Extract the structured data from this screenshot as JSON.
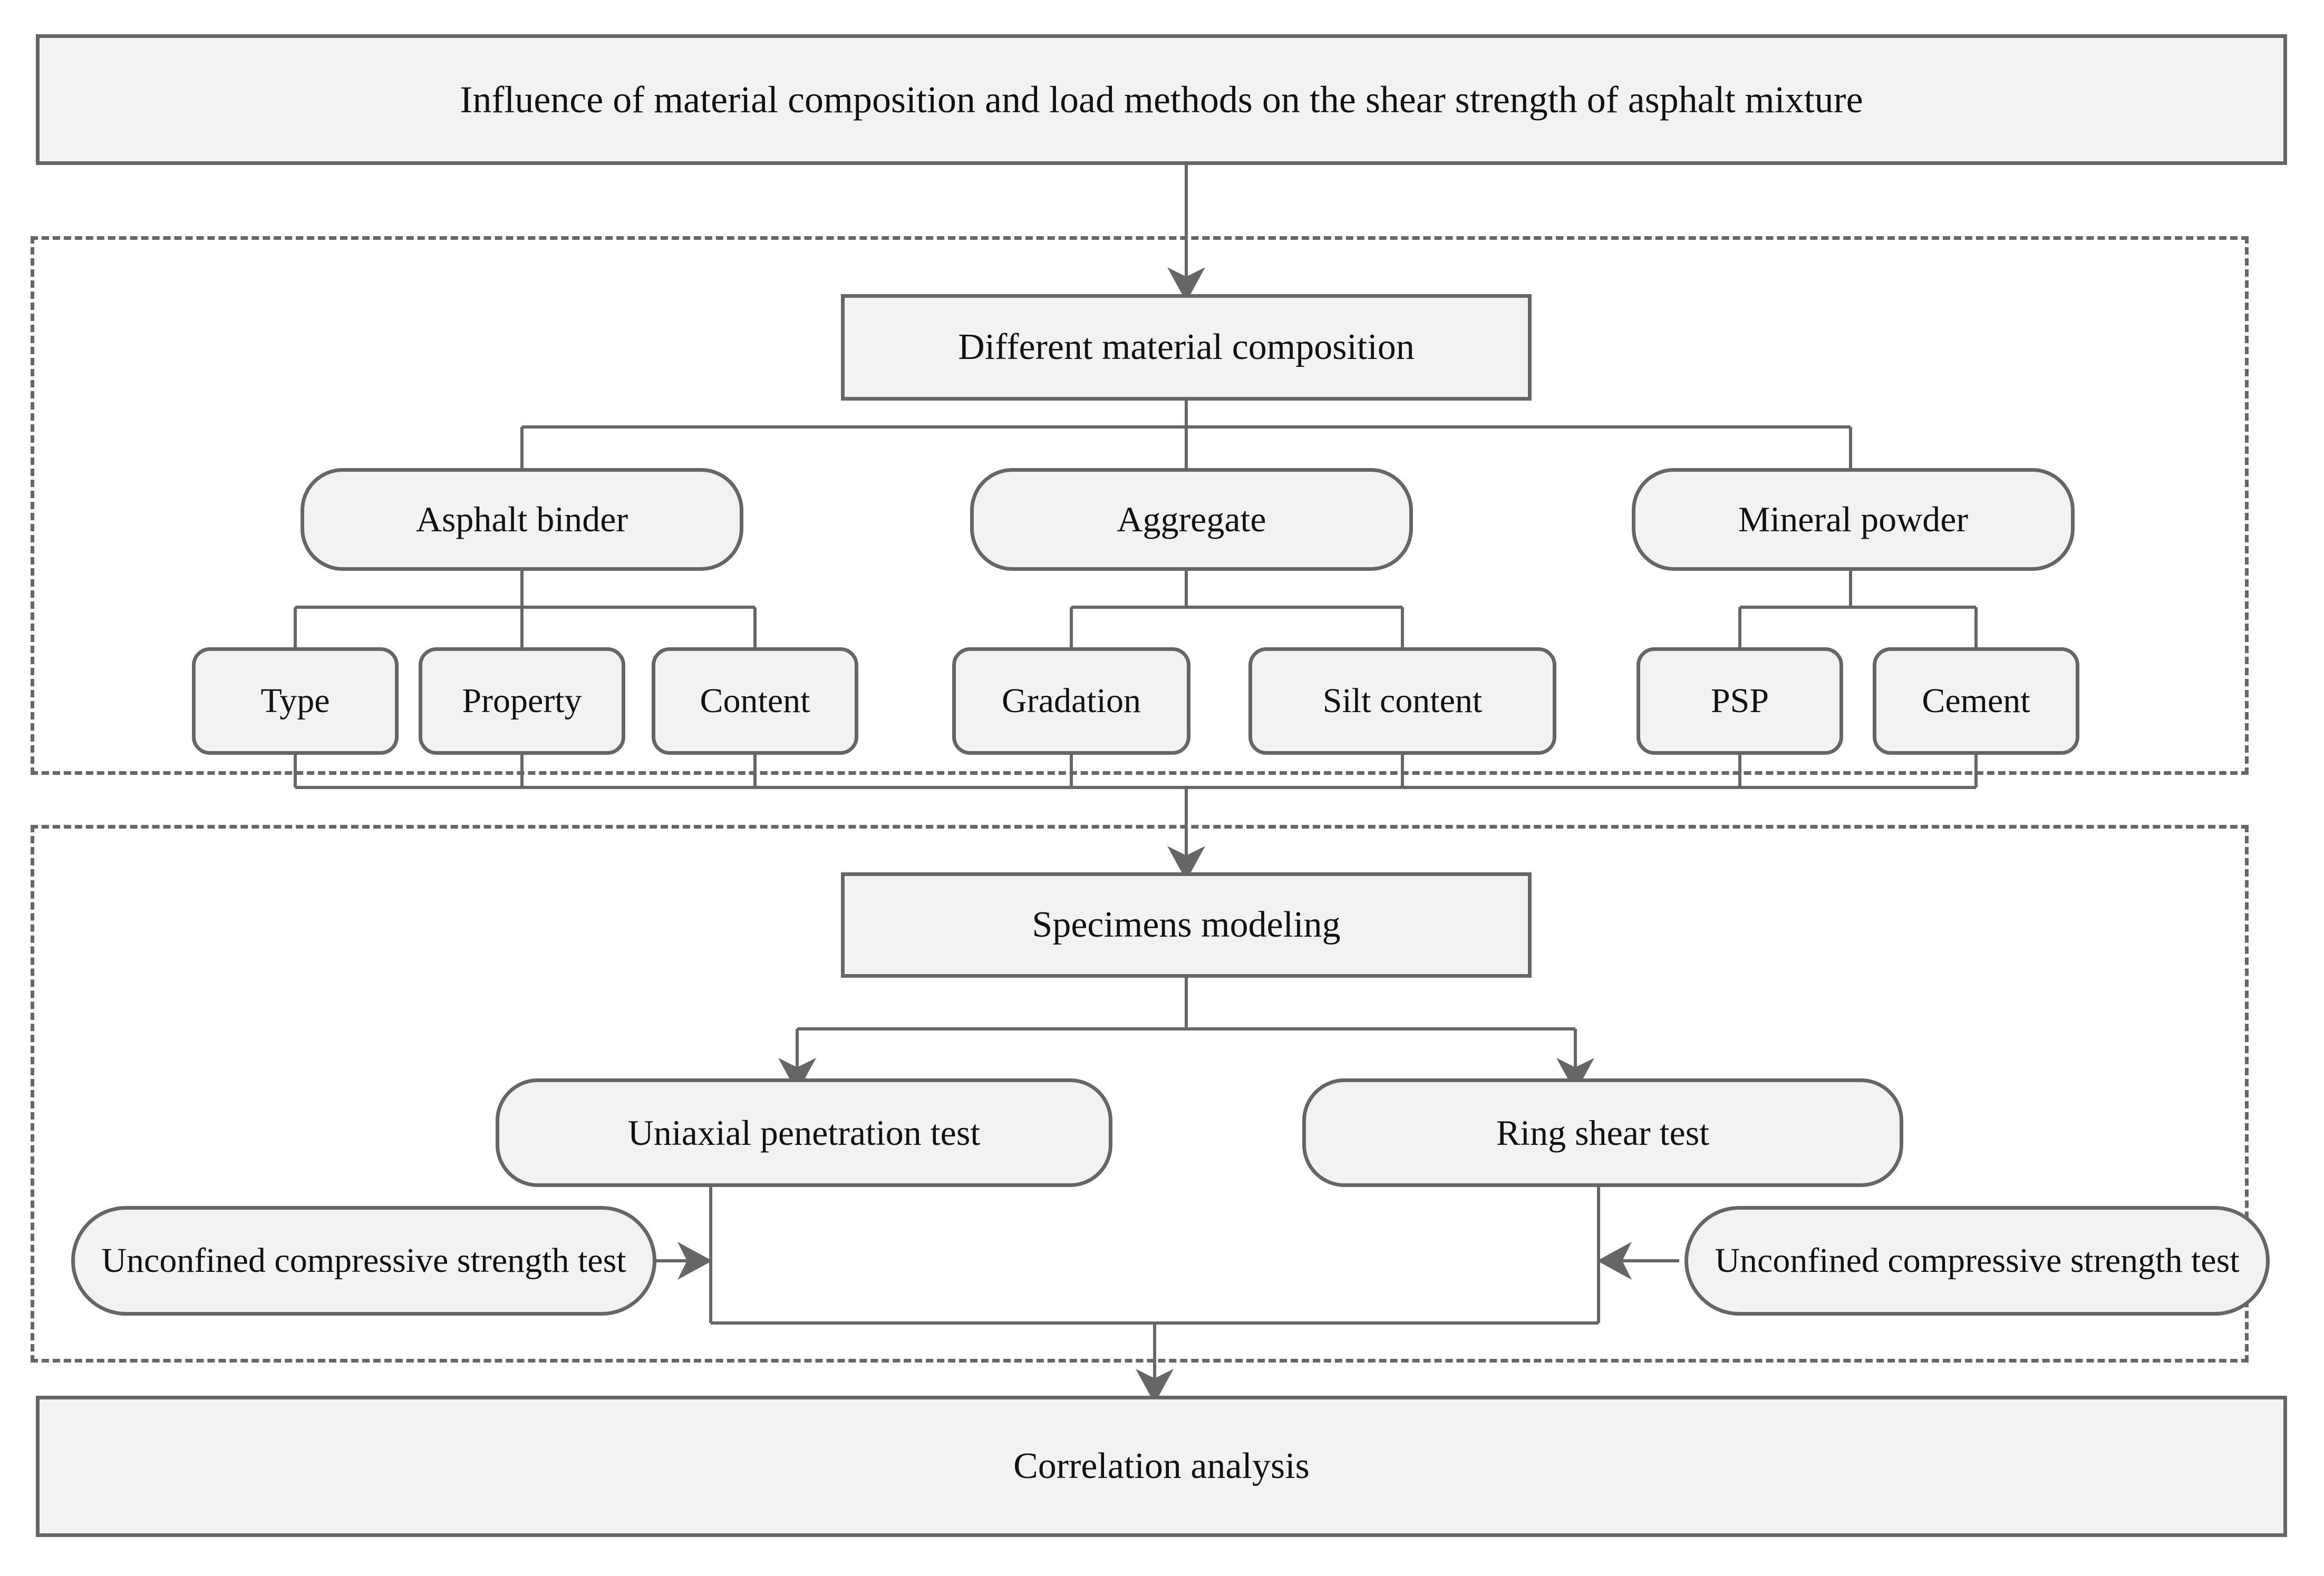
{
  "diagram": {
    "title_node": {
      "label": "Influence of material composition and load methods on the shear strength of asphalt mixture"
    },
    "level1": {
      "label": "Different material composition"
    },
    "level2": [
      {
        "label": "Asphalt binder"
      },
      {
        "label": "Aggregate"
      },
      {
        "label": "Mineral powder"
      }
    ],
    "level3": [
      {
        "label": "Type"
      },
      {
        "label": "Property"
      },
      {
        "label": "Content"
      },
      {
        "label": "Gradation"
      },
      {
        "label": "Silt content"
      },
      {
        "label": "PSP"
      },
      {
        "label": "Cement"
      }
    ],
    "modeling": {
      "label": "Specimens modeling"
    },
    "tests": [
      {
        "label": "Uniaxial penetration test"
      },
      {
        "label": "Ring shear test"
      }
    ],
    "side_tests": [
      {
        "label": "Unconfined compressive strength test"
      },
      {
        "label": "Unconfined compressive strength test"
      }
    ],
    "result": {
      "label": "Correlation analysis"
    },
    "groups": [
      {
        "name": "material-composition-group"
      },
      {
        "name": "test-methods-group"
      }
    ],
    "colors": {
      "node_fill": "#f2f2f2",
      "node_stroke": "#666666",
      "wire": "#666666",
      "background": "#ffffff",
      "text": "#111111"
    }
  }
}
